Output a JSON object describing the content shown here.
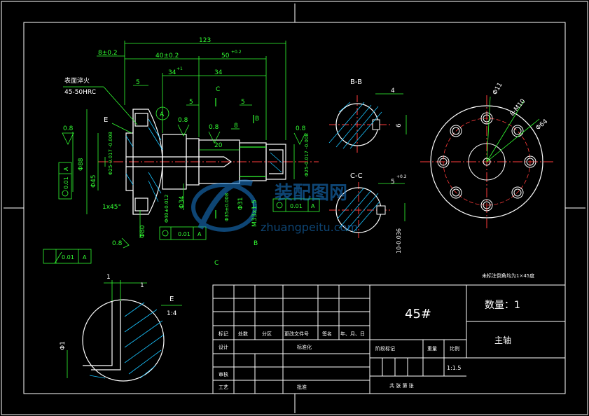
{
  "dims": {
    "d123": "123",
    "d8": "8±0.2",
    "d40": "40±0.2",
    "d50": "50",
    "d50_tol": "+0.2",
    "d34a": "34",
    "d34a_tol": "+1",
    "d34b": "34",
    "d5a": "5",
    "d5b": "5",
    "d5c": "5",
    "d20": "20",
    "d8b": "8",
    "ra1": "0.8",
    "ra2": "0.8",
    "ra3": "0.8",
    "ra4": "0.8",
    "ra5": "0.8",
    "phi88": "Φ88",
    "phi45": "Φ45",
    "phi25a": "Φ25-0.017 -0.008",
    "phi25b": "Φ25-0.017 -0.008",
    "phi34": "Φ34",
    "phi40": "Φ40±0.012",
    "phi35": "Φ35±0.008",
    "phi31": "Φ31",
    "m33": "M33x1.5",
    "phi80": "Φ80",
    "chamfer": "1x45°",
    "harden_label": "表面淬火",
    "hardness": "45-50HRC",
    "e_label": "E",
    "datum_a": "A",
    "sec_c_top": "C",
    "sec_c_bot": "C",
    "sec_b_top": "B",
    "sec_b_bot": "B"
  },
  "tolerances": {
    "flat": {
      "val": "0.01",
      "datum": "A"
    },
    "runout1": {
      "val": "0.01",
      "datum": "A"
    },
    "runout2": {
      "val": "0.01",
      "datum": "A"
    },
    "runout3": {
      "val": "0.01",
      "datum": "A"
    }
  },
  "sections": {
    "bb_title": "B-B",
    "bb_dim": "4",
    "bb_dim2": "6",
    "cc_title": "C-C",
    "cc_dim": "5",
    "cc_tol": "+0.2",
    "cc_dim2": "10-0.036",
    "e_title": "E",
    "e_scale": "1:4",
    "e_dim1": "1",
    "e_dim2": "1",
    "e_phi": "Φ1"
  },
  "flange": {
    "phi11": "Φ11",
    "holes": "8-M10",
    "phi64": "Φ64"
  },
  "note": "未标注倒角均为1×45度",
  "title_block": {
    "material": "45#",
    "quantity": "数量：1",
    "part_name": "主轴",
    "scale": "1:1.5",
    "row_labels": [
      "标记",
      "处数",
      "分区",
      "更改文件号",
      "签名",
      "年、月、日"
    ],
    "design": "设计",
    "standard": "标准化",
    "review": "审核",
    "process": "工艺",
    "approve": "批准",
    "stage": "阶段标记",
    "weight": "重量",
    "ratio": "比例",
    "sheet": "共   张   第   张"
  },
  "watermark": {
    "cn": "装配图网",
    "en": "zhuangpeitu.com"
  }
}
